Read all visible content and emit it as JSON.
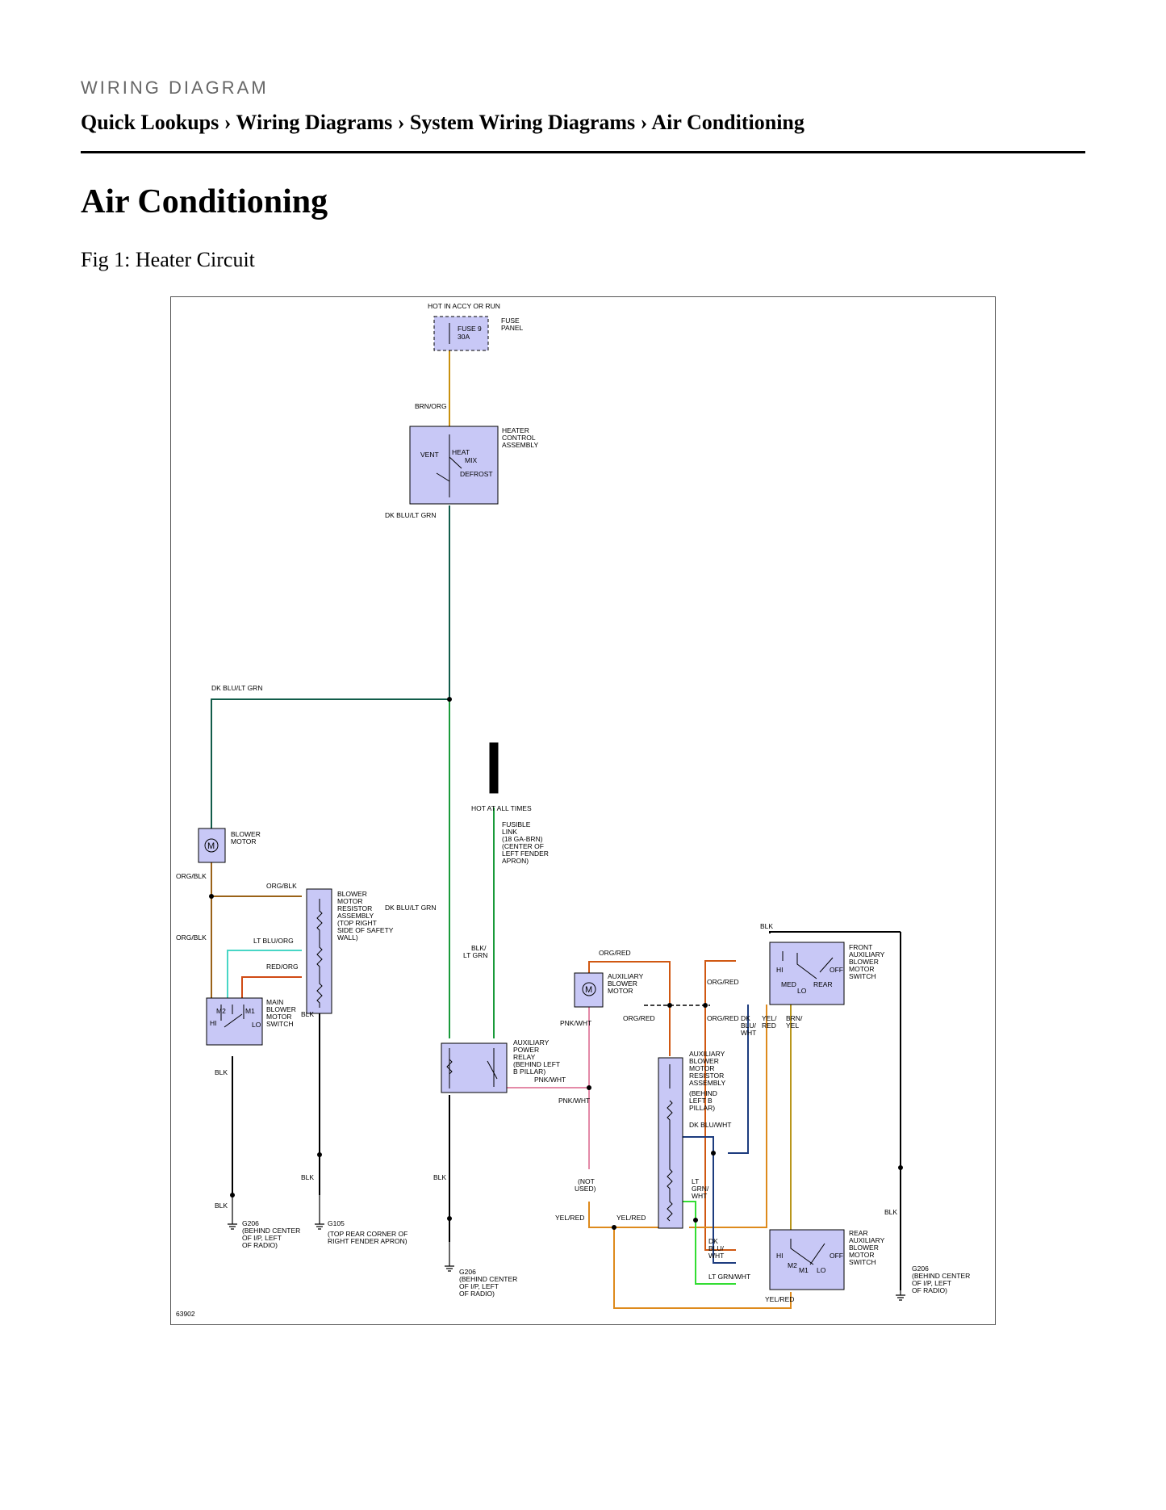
{
  "header": {
    "kicker": "WIRING DIAGRAM"
  },
  "breadcrumb": {
    "text": "Quick Lookups › Wiring Diagrams › System Wiring Diagrams › Air Conditioning"
  },
  "page": {
    "title": "Air Conditioning",
    "figure_caption": "Fig 1: Heater Circuit"
  },
  "colors": {
    "brn_org": "#c8900e",
    "dk_blu_lt_grn": "#125c4a",
    "lt_grn": "#1a9a3a",
    "org_blk": "#9a6218",
    "lt_blu_org": "#48d6c6",
    "red_org": "#d04a14",
    "org_red": "#d05812",
    "pnk_wht": "#e48aa8",
    "blk": "#000000",
    "dk_blu_wht": "#1d3c7e",
    "yel_red": "#de8a1c",
    "brn_yel": "#b8961c",
    "lt_grn_wht": "#33dd33",
    "component_fill": "#c8c8f6"
  },
  "diagram": {
    "figure_id": "63902",
    "top": {
      "hot_in_accy": "HOT IN ACCY OR RUN",
      "fuse_name": "FUSE 9",
      "fuse_rating": "30A",
      "fuse_panel": [
        "FUSE",
        "PANEL"
      ],
      "wire_brn_org": "BRN/ORG",
      "heater_control": [
        "HEATER",
        "CONTROL",
        "ASSEMBLY"
      ],
      "vent": "VENT",
      "heat": "HEAT",
      "mix": "MIX",
      "defrost": "DEFROST",
      "wire_dk_blu_lt_grn_1": "DK BLU/LT GRN",
      "wire_dk_blu_lt_grn_2": "DK BLU/LT GRN"
    },
    "left": {
      "blower_motor": [
        "BLOWER",
        "MOTOR"
      ],
      "motor_symbol": "M",
      "wire_org_blk_1": "ORG/BLK",
      "wire_org_blk_2": "ORG/BLK",
      "wire_org_blk_3": "ORG/BLK",
      "resistor": [
        "BLOWER",
        "MOTOR",
        "RESISTOR",
        "ASSEMBLY",
        "(TOP RIGHT",
        "SIDE OF SAFETY",
        "WALL)"
      ],
      "wire_lt_blu_org": "LT BLU/ORG",
      "wire_red_org": "RED/ORG",
      "wire_dk_blu_lt_grn_3": "DK BLU/LT GRN",
      "main_switch": [
        "MAIN",
        "BLOWER",
        "MOTOR",
        "SWITCH"
      ],
      "m2": "M2",
      "m1": "M1",
      "hi": "HI",
      "lo": "LO",
      "wire_blk_1": "BLK",
      "wire_blk_2": "BLK",
      "wire_blk_3": "BLK",
      "wire_blk_4": "BLK",
      "g206": [
        "G206",
        "(BEHIND CENTER",
        "OF I/P, LEFT",
        "OF RADIO)"
      ],
      "g105": [
        "G105",
        "(TOP REAR CORNER OF",
        "RIGHT FENDER APRON)"
      ]
    },
    "center": {
      "hot_at_all": "HOT AT ALL TIMES",
      "fusible_link": [
        "FUSIBLE",
        "LINK",
        "(18 GA-BRN)",
        "(CENTER OF",
        "LEFT FENDER",
        "APRON)"
      ],
      "wire_blk_lt_grn": [
        "BLK/",
        "LT GRN"
      ],
      "relay": [
        "AUXILIARY",
        "POWER",
        "RELAY",
        "(BEHIND LEFT",
        "B PILLAR)"
      ],
      "wire_pnk_wht_1": "PNK/WHT",
      "wire_pnk_wht_2": "PNK/WHT",
      "wire_pnk_wht_3": "PNK/WHT",
      "wire_blk": "BLK",
      "g206": [
        "G206",
        "(BEHIND CENTER",
        "OF I/P, LEFT",
        "OF RADIO)"
      ]
    },
    "right": {
      "wire_org_red_1": "ORG/RED",
      "wire_org_red_2": "ORG/RED",
      "wire_org_red_3": "ORG/RED",
      "wire_org_red_4": "ORG/RED",
      "aux_motor": [
        "AUXILIARY",
        "BLOWER",
        "MOTOR"
      ],
      "motor_symbol": "M",
      "not_used": [
        "(NOT",
        "USED)"
      ],
      "wire_yel_red_1": "YEL/RED",
      "wire_yel_red_2": "YEL/RED",
      "wire_yel_red_3": "YEL/RED",
      "aux_resistor": [
        "AUXILIARY",
        "BLOWER",
        "MOTOR",
        "RESISTOR",
        "ASSEMBLY",
        "(BEHIND",
        "LEFT B",
        "PILLAR)"
      ],
      "wire_dk_blu_wht": "DK BLU/WHT",
      "wire_lt_grn_wht": [
        "LT",
        "GRN/",
        "WHT"
      ],
      "wire_lt_grn_wht_2": "LT GRN/WHT",
      "wire_dk_blu_wht_2": [
        "DK",
        "BLU/",
        "WHT"
      ],
      "wire_dk_blu_wht_3": [
        "DK",
        "BLU/",
        "WHT"
      ],
      "wire_yel_red_4": [
        "YEL/",
        "RED"
      ],
      "wire_brn_yel": [
        "BRN/",
        "YEL"
      ],
      "wire_blk_top": "BLK",
      "wire_blk_right": "BLK",
      "front_switch": [
        "FRONT",
        "AUXILIARY",
        "BLOWER",
        "MOTOR",
        "SWITCH"
      ],
      "front_hi": "HI",
      "front_off": "OFF",
      "front_med": "MED",
      "front_lo": "LO",
      "front_rear": "REAR",
      "rear_switch": [
        "REAR",
        "AUXILIARY",
        "BLOWER",
        "MOTOR",
        "SWITCH"
      ],
      "rear_hi": "HI",
      "rear_off": "OFF",
      "rear_m2": "M2",
      "rear_m1": "M1",
      "rear_lo": "LO",
      "g206": [
        "G206",
        "(BEHIND CENTER",
        "OF I/P, LEFT",
        "OF RADIO)"
      ]
    }
  }
}
